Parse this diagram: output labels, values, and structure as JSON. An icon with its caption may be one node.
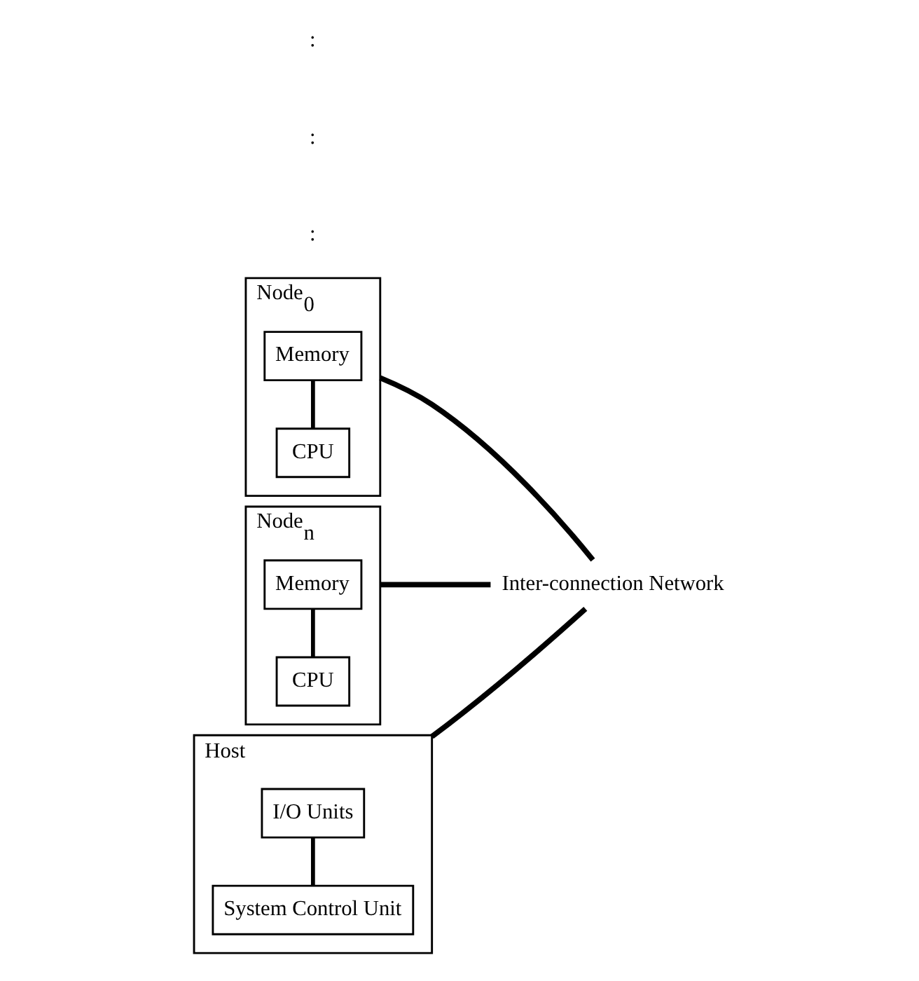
{
  "diagram": {
    "nodes": [
      {
        "text": [
          "Node$_{0}$"
        ]
      },
      {
        "text": [
          "CPU"
        ],
        "in": 0
      },
      {
        "text": [
          "Memory"
        ],
        "in": 0
      },
      {
        "text": [
          "Node$_{n}$"
        ]
      },
      {
        "text": [
          "CPU"
        ],
        "in": 3
      },
      {
        "text": [
          "Memory"
        ],
        "in": 3
      },
      {
        "text": [
          "Host"
        ]
      },
      {
        "text": [
          "System Control Unit"
        ],
        "in": 6
      },
      {
        "text": [
          "I/O Units"
        ],
        "in": 6
      },
      {
        "text": [
          "Inter-connection Network"
        ]
      }
    ],
    "edges": [
      {
        "from": 1,
        "to": 2,
        "arrow": "none"
      },
      {
        "from": 4,
        "to": 5,
        "arrow": "none"
      },
      {
        "from": 7,
        "to": 8,
        "arrow": "none"
      },
      {
        "from": 0,
        "to": 9,
        "arrow": "none"
      },
      {
        "from": 3,
        "to": 9,
        "arrow": "none"
      },
      {
        "from": 6,
        "to": 9,
        "arrow": "none"
      }
    ],
    "labels": [
      ":",
      ":",
      ":"
    ]
  }
}
